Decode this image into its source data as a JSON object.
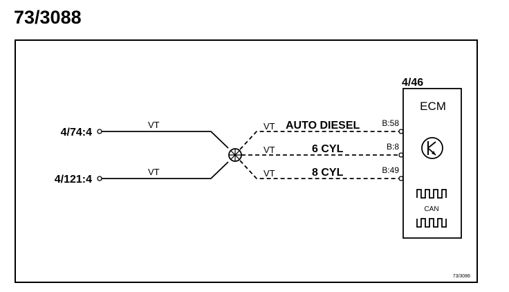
{
  "diagram_id": "73/3088",
  "connectors": {
    "left_top": "4/74:4",
    "left_bottom": "4/121:4"
  },
  "wires": {
    "left_top": "VT",
    "left_bottom": "VT",
    "branch_1": "VT",
    "branch_2": "VT",
    "branch_3": "VT"
  },
  "branches": [
    {
      "label": "AUTO DIESEL",
      "pin": "B:58"
    },
    {
      "label": "6 CYL",
      "pin": "B:8"
    },
    {
      "label": "8 CYL",
      "pin": "B:49"
    }
  ],
  "module": {
    "id": "4/46",
    "name": "ECM",
    "bus_label": "CAN"
  },
  "footer_ref": "73/3086",
  "icons": [
    "splice-icon",
    "transistor-icon",
    "can-signal-icon"
  ]
}
